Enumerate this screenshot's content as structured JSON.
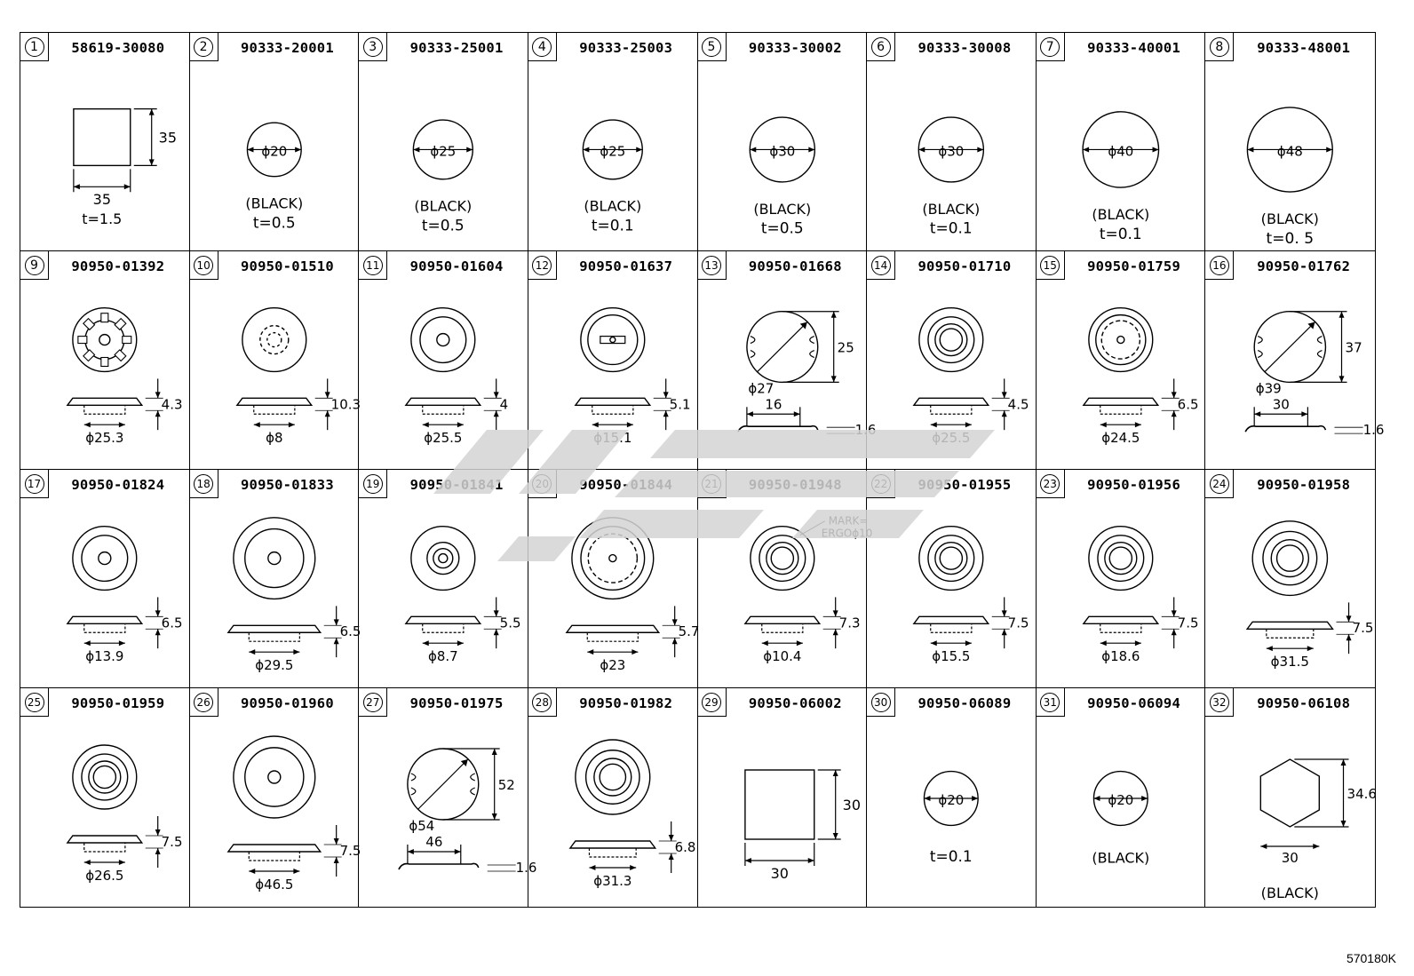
{
  "parts": [
    {
      "no": "1",
      "part": "58619-30080",
      "kind": "square",
      "labels": [
        "35",
        "35"
      ],
      "notes": [
        "t=1.5"
      ]
    },
    {
      "no": "2",
      "part": "90333-20001",
      "kind": "disc",
      "labels": [
        "ϕ20"
      ],
      "notes": [
        "(BLACK)",
        "t=0.5"
      ]
    },
    {
      "no": "3",
      "part": "90333-25001",
      "kind": "disc",
      "labels": [
        "ϕ25"
      ],
      "notes": [
        "(BLACK)",
        "t=0.5"
      ]
    },
    {
      "no": "4",
      "part": "90333-25003",
      "kind": "disc",
      "labels": [
        "ϕ25"
      ],
      "notes": [
        "(BLACK)",
        "t=0.1"
      ]
    },
    {
      "no": "5",
      "part": "90333-30002",
      "kind": "disc",
      "labels": [
        "ϕ30"
      ],
      "notes": [
        "(BLACK)",
        "t=0.5"
      ]
    },
    {
      "no": "6",
      "part": "90333-30008",
      "kind": "disc",
      "labels": [
        "ϕ30"
      ],
      "notes": [
        "(BLACK)",
        "t=0.1"
      ]
    },
    {
      "no": "7",
      "part": "90333-40001",
      "kind": "disc",
      "labels": [
        "ϕ40"
      ],
      "notes": [
        "(BLACK)",
        "t=0.1"
      ]
    },
    {
      "no": "8",
      "part": "90333-48001",
      "kind": "disc",
      "labels": [
        "ϕ48"
      ],
      "notes": [
        "(BLACK)",
        "t=0. 5"
      ]
    },
    {
      "no": "9",
      "part": "90950-01392",
      "kind": "plug-gear",
      "labels": [
        "4.3",
        "ϕ25.3"
      ],
      "notes": []
    },
    {
      "no": "10",
      "part": "90950-01510",
      "kind": "plug-cap",
      "labels": [
        "10.3",
        "ϕ8"
      ],
      "notes": []
    },
    {
      "no": "11",
      "part": "90950-01604",
      "kind": "plug",
      "labels": [
        "4",
        "ϕ25.5"
      ],
      "notes": []
    },
    {
      "no": "12",
      "part": "90950-01637",
      "kind": "plug-slot",
      "labels": [
        "5.1",
        "ϕ15.1"
      ],
      "notes": []
    },
    {
      "no": "13",
      "part": "90950-01668",
      "kind": "clip",
      "labels": [
        "25",
        "ϕ27",
        "16",
        "1.6"
      ],
      "notes": []
    },
    {
      "no": "14",
      "part": "90950-01710",
      "kind": "plug-ring",
      "labels": [
        "4.5",
        "ϕ25.5"
      ],
      "notes": []
    },
    {
      "no": "15",
      "part": "90950-01759",
      "kind": "plug-dashed",
      "labels": [
        "6.5",
        "ϕ24.5"
      ],
      "notes": []
    },
    {
      "no": "16",
      "part": "90950-01762",
      "kind": "clip",
      "labels": [
        "37",
        "ϕ39",
        "30",
        "1.6"
      ],
      "notes": []
    },
    {
      "no": "17",
      "part": "90950-01824",
      "kind": "plug",
      "labels": [
        "6.5",
        "ϕ13.9"
      ],
      "notes": []
    },
    {
      "no": "18",
      "part": "90950-01833",
      "kind": "plug",
      "labels": [
        "6.5",
        "ϕ29.5"
      ],
      "notes": []
    },
    {
      "no": "19",
      "part": "90950-01841",
      "kind": "plug-concentric",
      "labels": [
        "5.5",
        "ϕ8.7"
      ],
      "notes": []
    },
    {
      "no": "20",
      "part": "90950-01844",
      "kind": "plug-dashed",
      "labels": [
        "5.7",
        "ϕ23"
      ],
      "notes": []
    },
    {
      "no": "21",
      "part": "90950-01948",
      "kind": "plug-ergo",
      "labels": [
        "7.3",
        "ϕ10.4"
      ],
      "notes": [
        "MARK=",
        "ERGOϕ10"
      ]
    },
    {
      "no": "22",
      "part": "90950-01955",
      "kind": "plug-ring",
      "labels": [
        "7.5",
        "ϕ15.5"
      ],
      "notes": []
    },
    {
      "no": "23",
      "part": "90950-01956",
      "kind": "plug-ring",
      "labels": [
        "7.5",
        "ϕ18.6"
      ],
      "notes": []
    },
    {
      "no": "24",
      "part": "90950-01958",
      "kind": "plug-ring",
      "labels": [
        "7.5",
        "ϕ31.5"
      ],
      "notes": []
    },
    {
      "no": "25",
      "part": "90950-01959",
      "kind": "plug-ring",
      "labels": [
        "7.5",
        "ϕ26.5"
      ],
      "notes": []
    },
    {
      "no": "26",
      "part": "90950-01960",
      "kind": "plug",
      "labels": [
        "7.5",
        "ϕ46.5"
      ],
      "notes": []
    },
    {
      "no": "27",
      "part": "90950-01975",
      "kind": "clip",
      "labels": [
        "52",
        "ϕ54",
        "46",
        "1.6"
      ],
      "notes": []
    },
    {
      "no": "28",
      "part": "90950-01982",
      "kind": "plug-ring",
      "labels": [
        "6.8",
        "ϕ31.3"
      ],
      "notes": []
    },
    {
      "no": "29",
      "part": "90950-06002",
      "kind": "square",
      "labels": [
        "30",
        "30"
      ],
      "notes": []
    },
    {
      "no": "30",
      "part": "90950-06089",
      "kind": "disc",
      "labels": [
        "ϕ20"
      ],
      "notes": [
        "t=0.1"
      ]
    },
    {
      "no": "31",
      "part": "90950-06094",
      "kind": "disc",
      "labels": [
        "ϕ20"
      ],
      "notes": [
        "(BLACK)"
      ]
    },
    {
      "no": "32",
      "part": "90950-06108",
      "kind": "hex",
      "labels": [
        "34.6",
        "30"
      ],
      "notes": [
        "(BLACK)"
      ]
    }
  ],
  "drawing_code": "570180K",
  "colors": {
    "line": "#000000",
    "watermark": "#d4d4d4"
  }
}
